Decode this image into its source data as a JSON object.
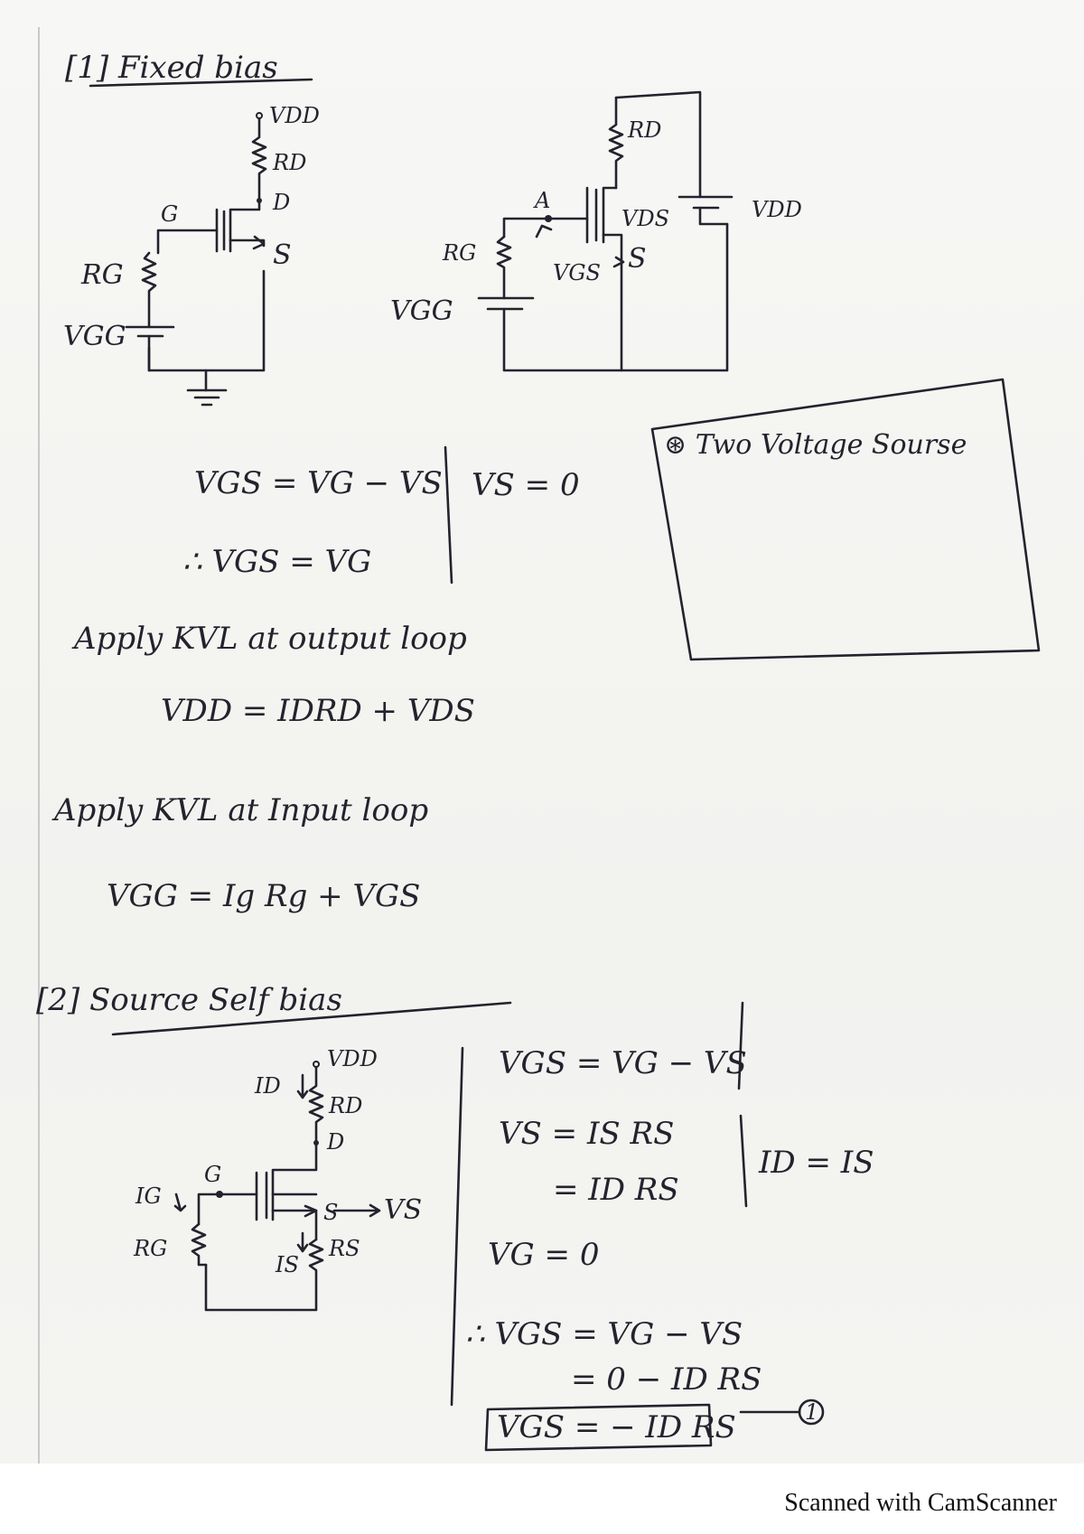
{
  "section1": {
    "title": "[1] Fixed bias",
    "circuit1": {
      "vdd": "VDD",
      "rd": "RD",
      "d": "D",
      "g": "G",
      "s": "S",
      "rg": "RG",
      "vgg": "VGG"
    },
    "circuit2": {
      "rd": "RD",
      "vdd": "VDD",
      "a": "A",
      "vds": "VDS",
      "rg": "RG",
      "vgs": "VGS",
      "s": "S",
      "vgg": "VGG"
    },
    "note_box": "Two Voltage Sourse",
    "eq1": "VGS = VG − VS",
    "eq_vs": "VS = 0",
    "eq2": "∴ VGS = VG",
    "kvl_output_label": "Apply KVL at output loop",
    "kvl_output_eq": "VDD = IDRD + VDS",
    "kvl_input_label": "Apply KVL at Input loop",
    "kvl_input_eq": "VGG = Ig Rg + VGS"
  },
  "section2": {
    "title": "[2] Source Self bias",
    "circuit": {
      "vdd": "VDD",
      "id": "ID",
      "rd": "RD",
      "d": "D",
      "g": "G",
      "ig": "IG",
      "rg": "RG",
      "s": "S",
      "vs": "VS",
      "is": "IS",
      "rs": "RS"
    },
    "eq1": "VGS = VG − VS",
    "eq2": "VS = IS RS",
    "eq3": "= ID RS",
    "eq4": "VG = 0",
    "eq5": "∴ VGS = VG − VS",
    "eq6": "= 0 − ID RS",
    "boxed_eq": "VGS = − ID RS",
    "eq_number": "1",
    "side_eq": "ID = IS"
  },
  "footer": "Scanned with CamScanner"
}
